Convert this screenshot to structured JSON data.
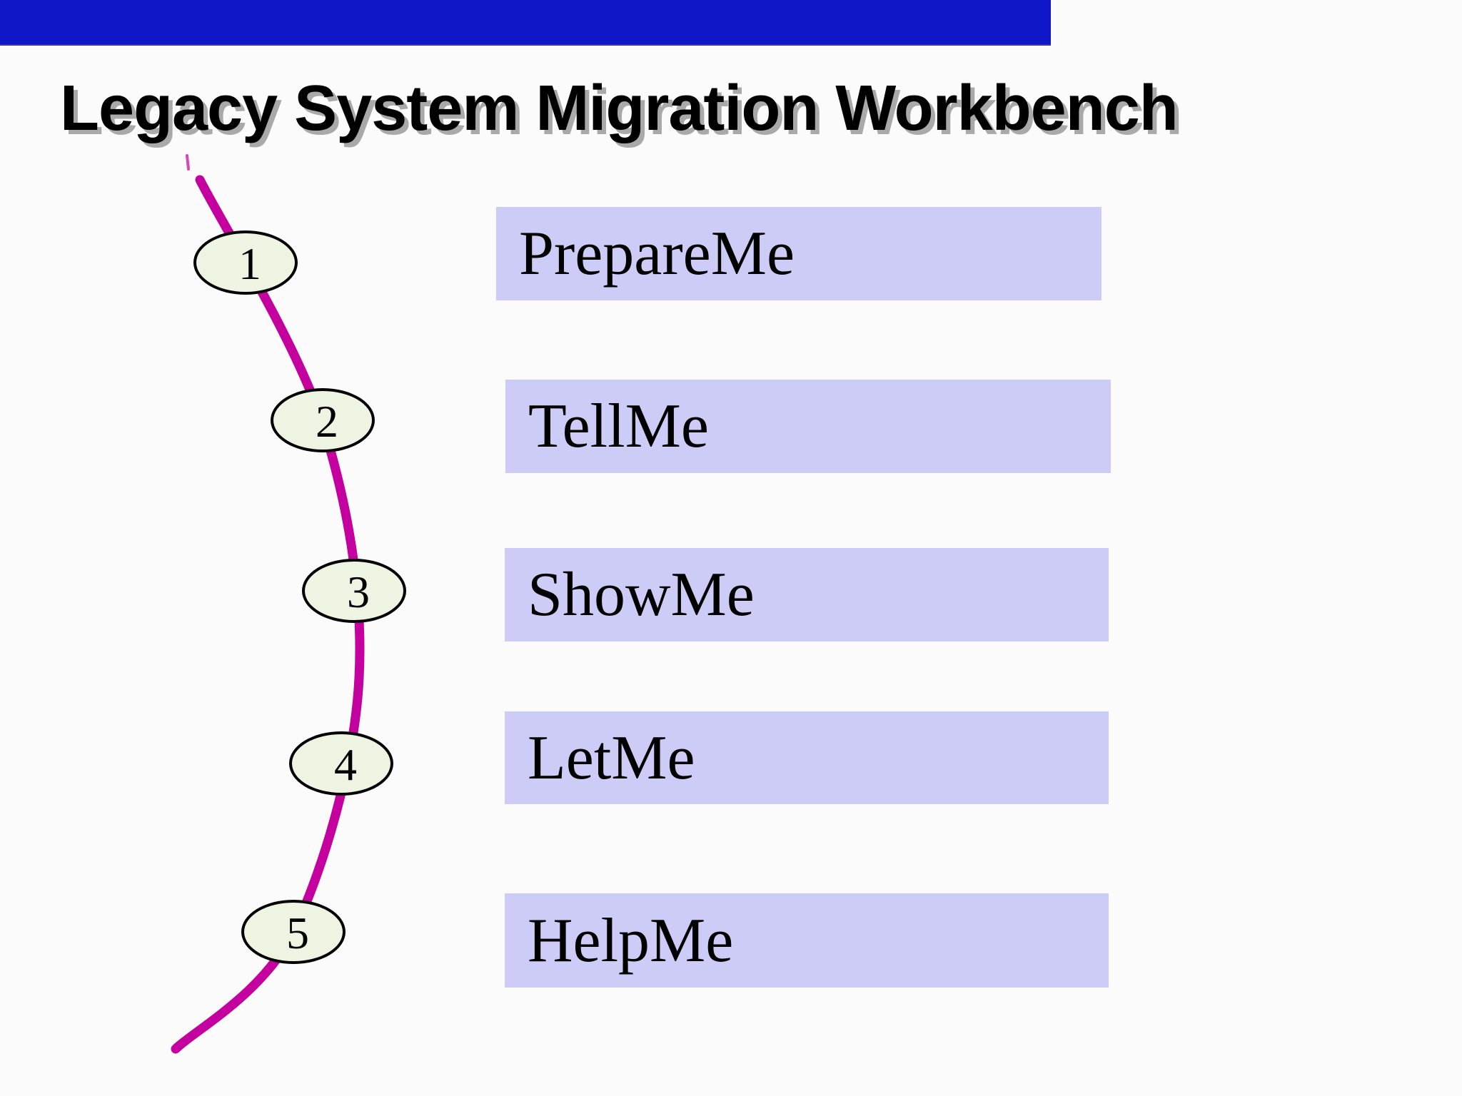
{
  "slide": {
    "title": "Legacy System Migration Workbench"
  },
  "steps": [
    {
      "number": "1",
      "label": "PrepareMe"
    },
    {
      "number": "2",
      "label": "TellMe"
    },
    {
      "number": "3",
      "label": "ShowMe"
    },
    {
      "number": "4",
      "label": "LetMe"
    },
    {
      "number": "5",
      "label": "HelpMe"
    }
  ],
  "icons": {
    "path_curve": "migration-path-curve"
  },
  "colors": {
    "header_bar": "#0e16c8",
    "background": "#fbfbfc",
    "title_color": "#000000",
    "title_shadow": "#a9a9a9",
    "accent_magenta": "#c4009e",
    "accent_magenta_light": "#d847b8",
    "box_fill": "#cdccf6",
    "ellipse_fill": "#edf5e2"
  }
}
